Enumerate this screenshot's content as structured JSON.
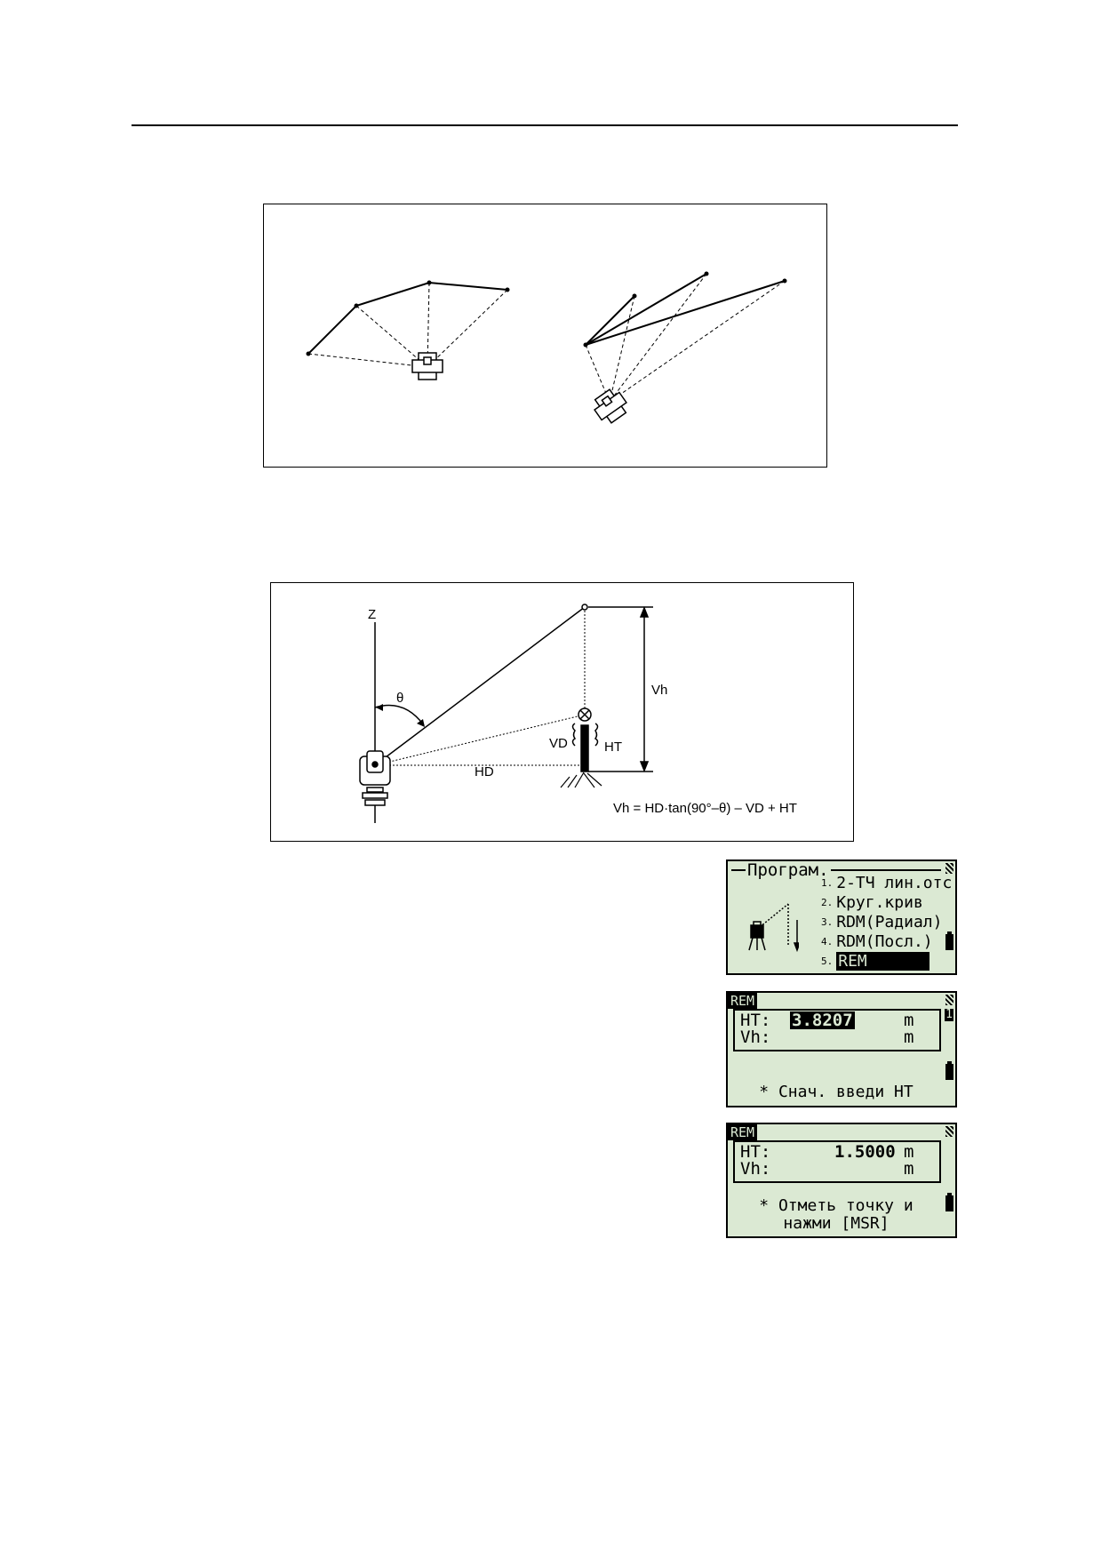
{
  "figure2": {
    "labels": {
      "z": "Z",
      "theta": "θ",
      "vh": "Vh",
      "vd": "VD",
      "ht": "HT",
      "hd": "HD"
    },
    "formula": "Vh = HD·tan(90°–θ) – VD + HT"
  },
  "screen1": {
    "title": "Програм.",
    "items": [
      {
        "num": "1.",
        "label": "2-ТЧ лин.отс"
      },
      {
        "num": "2.",
        "label": "Круг.крив"
      },
      {
        "num": "3.",
        "label": "RDM(Радиал)"
      },
      {
        "num": "4.",
        "label": "RDM(Посл.)"
      },
      {
        "num": "5.",
        "label": "REM"
      }
    ],
    "selected_index": 4,
    "icons": [
      "total-station-icon",
      "battery-icon",
      "scroll-down-arrow-icon"
    ]
  },
  "screen2": {
    "title": "REM",
    "page": "1",
    "ht_label": "HT:",
    "ht_value": "3.8207",
    "ht_unit": "m",
    "vh_label": "Vh:",
    "vh_unit": "m",
    "message": "* Снач. введи HT"
  },
  "screen3": {
    "title": "REM",
    "ht_label": "HT:",
    "ht_value": "1.5000",
    "ht_unit": "m",
    "vh_label": "Vh:",
    "vh_unit": "m",
    "message_line1": "* Отметь точку и",
    "message_line2": "нажми [MSR]"
  }
}
